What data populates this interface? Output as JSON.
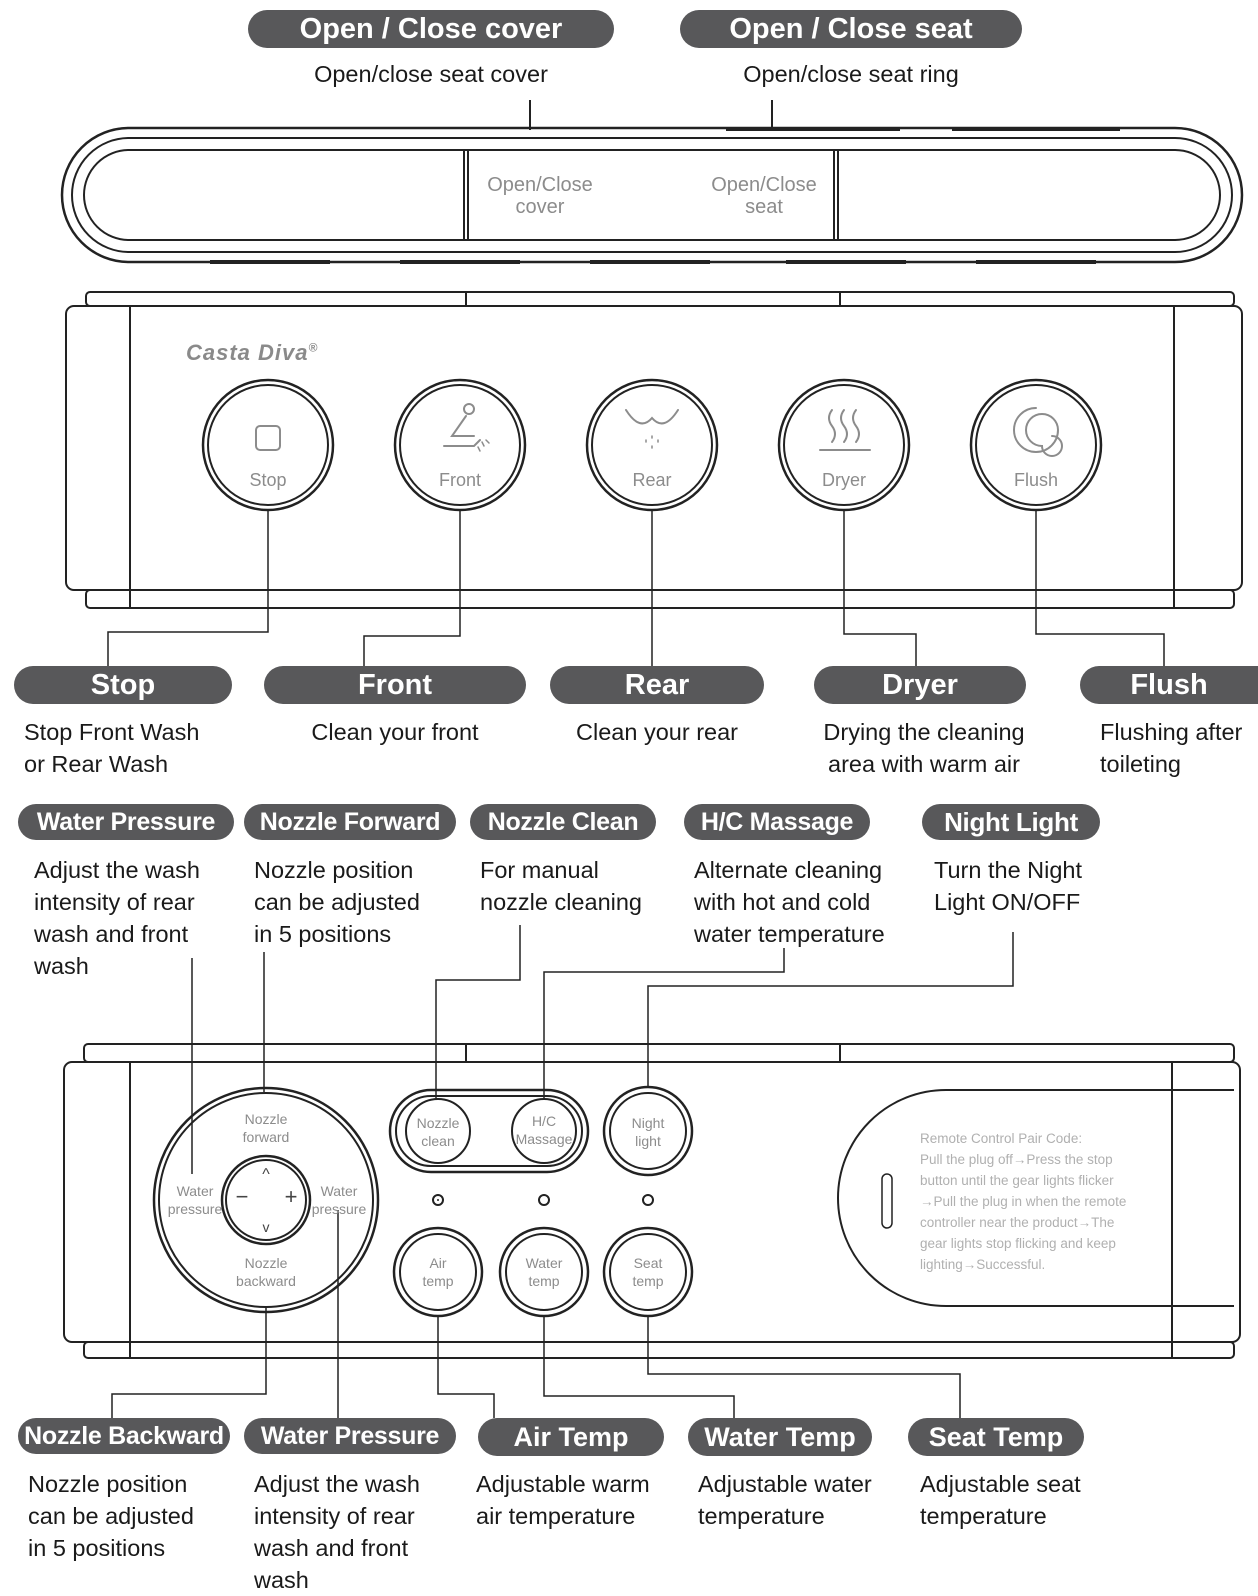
{
  "top": {
    "cover": {
      "title": "Open / Close cover",
      "desc": "Open/close seat cover",
      "panel_label": "Open/Close\ncover"
    },
    "seat": {
      "title": "Open / Close seat",
      "desc": "Open/close seat ring",
      "panel_label": "Open/Close\nseat"
    }
  },
  "brand": {
    "name": "Casta Diva",
    "mark": "®"
  },
  "main_buttons": [
    {
      "label": "Stop",
      "icon": "square-icon",
      "title": "Stop",
      "desc": "Stop Front Wash\nor Rear Wash"
    },
    {
      "label": "Front",
      "icon": "front-wash-icon",
      "title": "Front",
      "desc": "Clean your front"
    },
    {
      "label": "Rear",
      "icon": "rear-wash-icon",
      "title": "Rear",
      "desc": "Clean your rear"
    },
    {
      "label": "Dryer",
      "icon": "dryer-heat-icon",
      "title": "Dryer",
      "desc": "Drying the cleaning\narea with warm air"
    },
    {
      "label": "Flush",
      "icon": "flush-swirl-icon",
      "title": "Flush",
      "desc": "Flushing after\ntoileting"
    }
  ],
  "middle_callouts": [
    {
      "title": "Water Pressure",
      "desc": "Adjust the wash\nintensity of rear\nwash and front\nwash"
    },
    {
      "title": "Nozzle Forward",
      "desc": "Nozzle position\ncan be adjusted\nin 5 positions"
    },
    {
      "title": "Nozzle Clean",
      "desc": "For manual\nnozzle cleaning"
    },
    {
      "title": "H/C Massage",
      "desc": "Alternate cleaning\nwith hot and cold\nwater temperature"
    },
    {
      "title": "Night Light",
      "desc": "Turn the Night\nLight ON/OFF"
    }
  ],
  "lower_panel": {
    "dial": {
      "top": "Nozzle\nforward",
      "bottom": "Nozzle\nbackward",
      "left": "Water\npressure",
      "right": "Water\npressure",
      "minus": "−",
      "plus": "+",
      "up": "^",
      "down": "v"
    },
    "small_buttons": {
      "nozzle_clean": "Nozzle\nclean",
      "hc_massage": "H/C\nMassage",
      "night_light": "Night\nlight",
      "air_temp": "Air\ntemp",
      "water_temp": "Water\ntemp",
      "seat_temp": "Seat\ntemp"
    },
    "pair_code": "Remote Control Pair Code:\nPull the plug off→Press the stop\nbutton until the gear lights flicker\n→Pull the plug in when the remote\ncontroller near the product→The\ngear lights stop flicking and keep\nlighting→Successful."
  },
  "bottom_callouts": [
    {
      "title": "Nozzle Backward",
      "desc": "Nozzle position\ncan be adjusted\nin 5 positions"
    },
    {
      "title": "Water Pressure",
      "desc": "Adjust the wash\nintensity of rear\nwash and front\nwash"
    },
    {
      "title": "Air Temp",
      "desc": "Adjustable warm\nair temperature"
    },
    {
      "title": "Water Temp",
      "desc": "Adjustable water\ntemperature"
    },
    {
      "title": "Seat Temp",
      "desc": "Adjustable seat\ntemperature"
    }
  ]
}
